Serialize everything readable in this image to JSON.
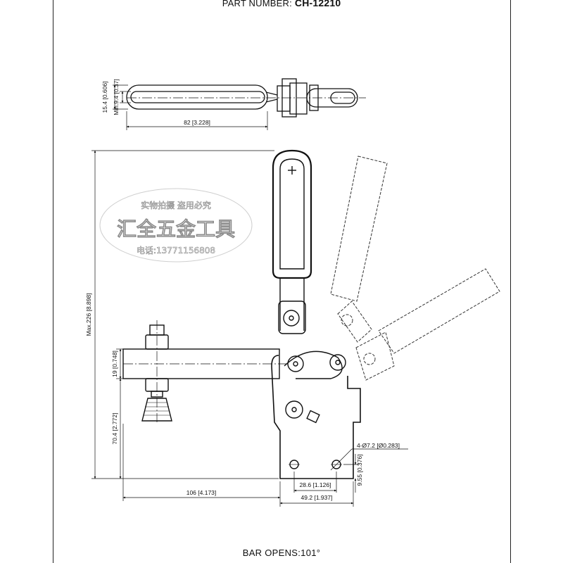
{
  "header": {
    "part_number_label": "PART NUMBER:",
    "part_number": "CH-12210"
  },
  "footer": {
    "bar_opens": "BAR OPENS:101°"
  },
  "dimensions": {
    "top_height_outer": "15.4 [0.606]",
    "top_height_inner": "Min.9.4 [0.37]",
    "top_length": "82 [3.228]",
    "max_height": "Max.226 [8.898]",
    "bar_thickness": "19 [0.748]",
    "base_height": "70.4 [2.772]",
    "hole_spec": "4-Ø7.2 [Ø0.283]",
    "hole_edge": "9.55 [0.376]",
    "hole_spacing": "28.6 [1.126]",
    "base_width": "49.2 [1.937]",
    "reach": "106 [4.173]"
  },
  "watermark": {
    "line1": "实物拍摄 盗用必究",
    "line2": "汇全五金工具",
    "line3": "电话:13771156808"
  }
}
